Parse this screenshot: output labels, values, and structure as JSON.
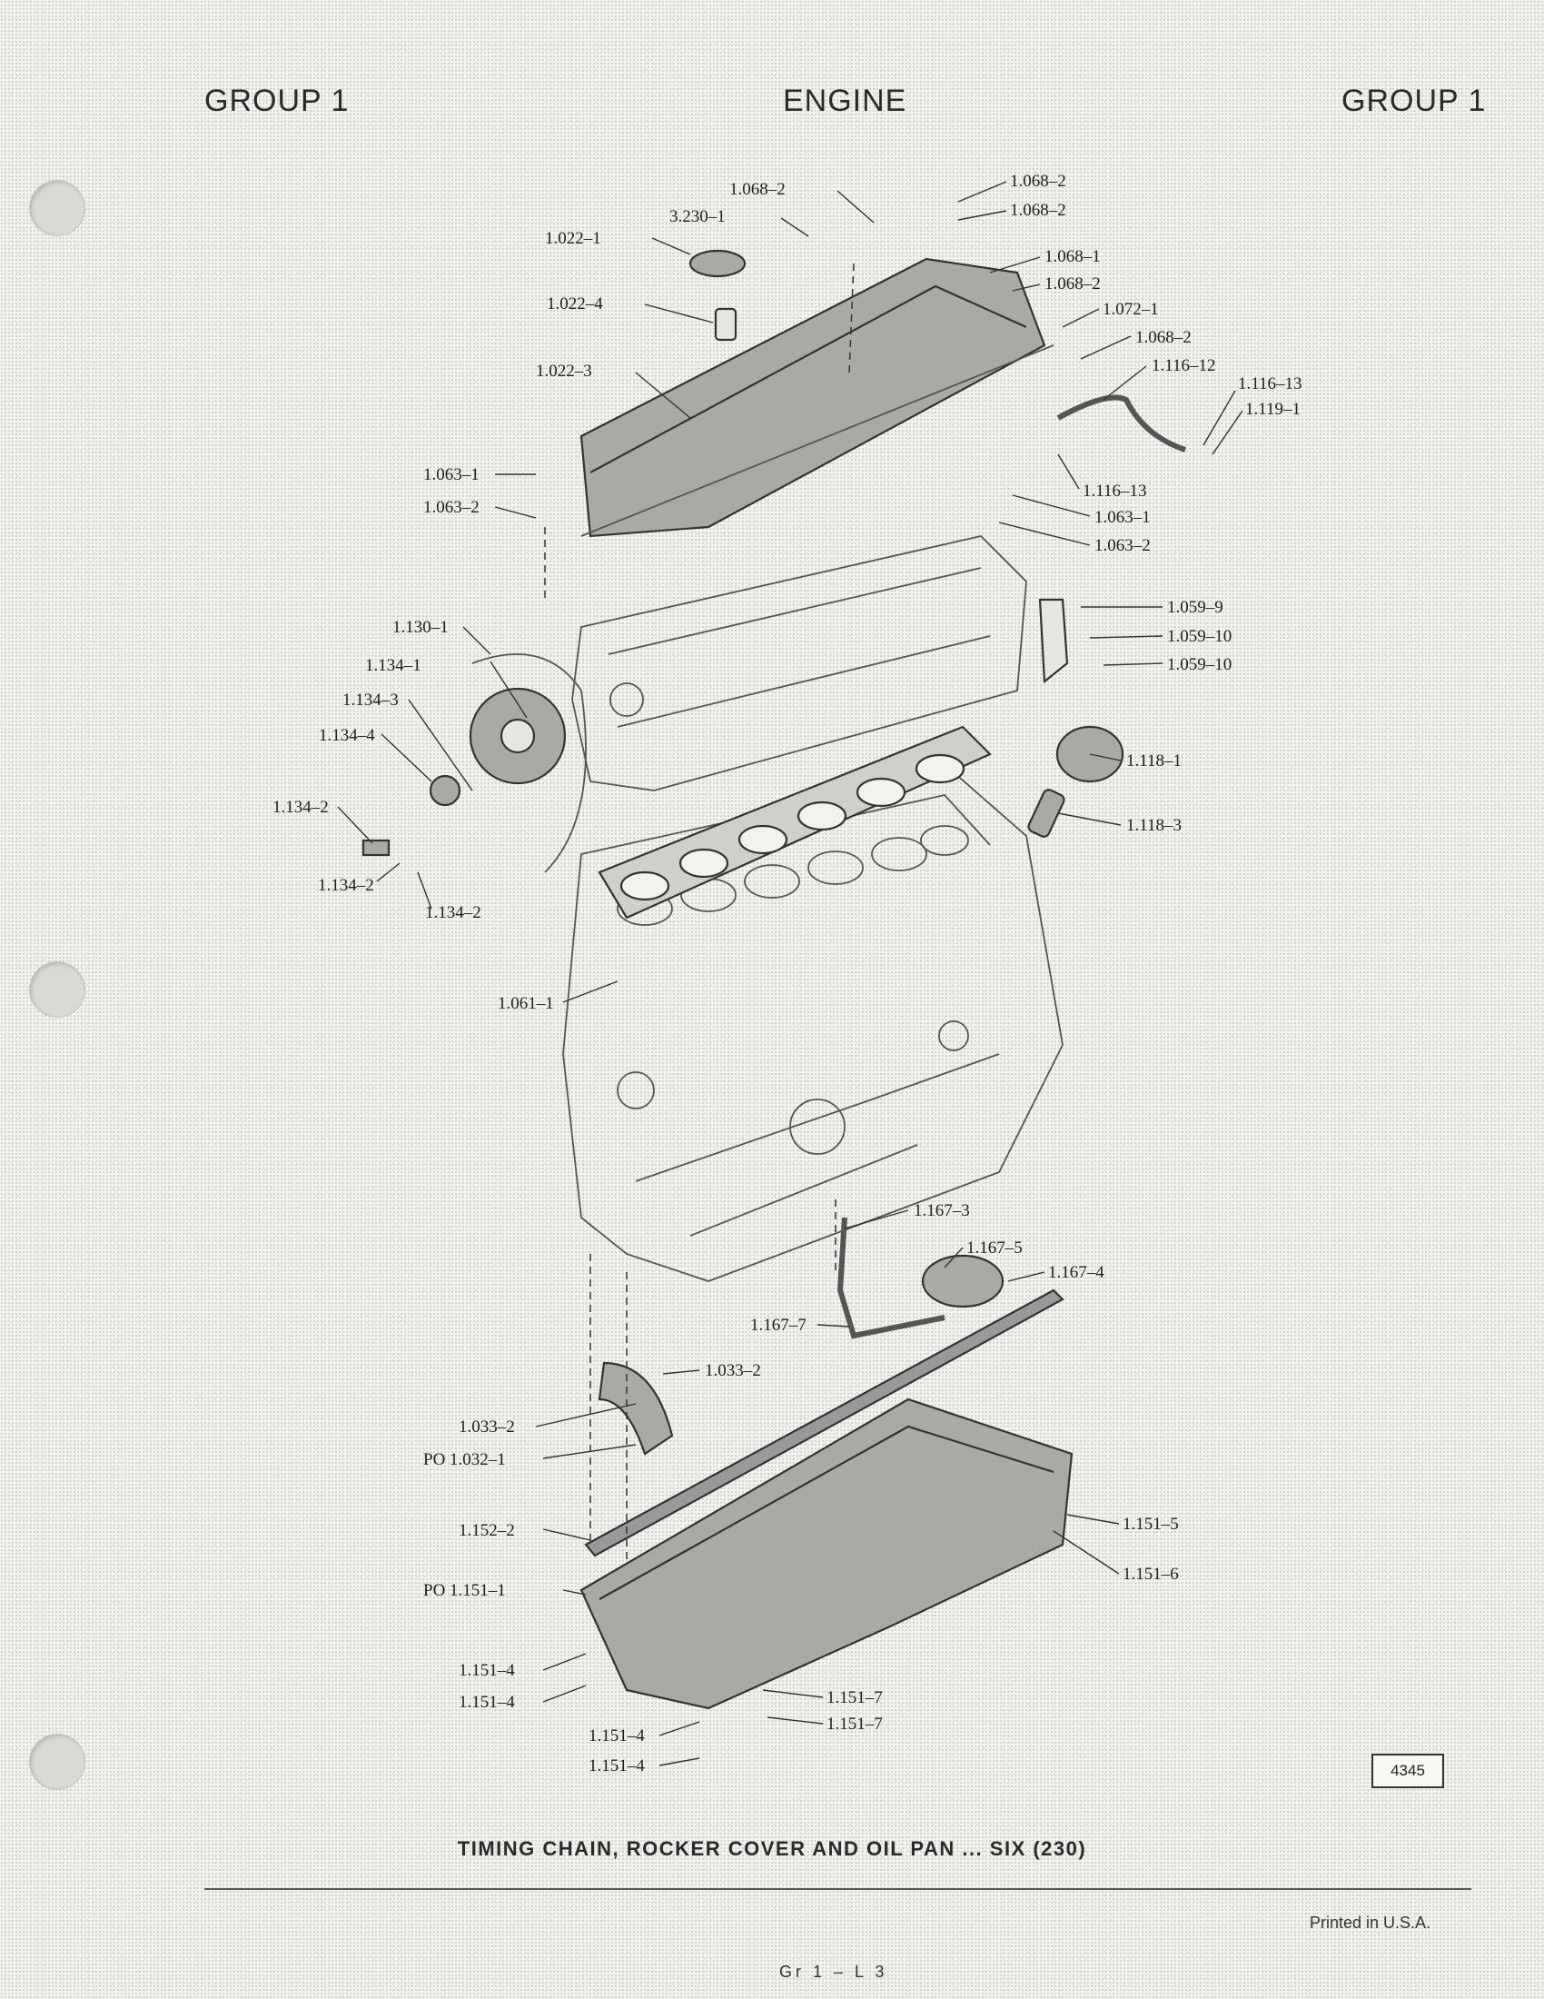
{
  "header": {
    "left": "GROUP 1",
    "center": "ENGINE",
    "right": "GROUP 1"
  },
  "labels": {
    "l1": "1.068–2",
    "l2": "3.230–1",
    "l3": "1.022–1",
    "l4": "1.022–4",
    "l5": "1.022–3",
    "l6": "1.068–2",
    "l7": "1.068–2",
    "l8": "1.068–1",
    "l9": "1.068–2",
    "l10": "1.072–1",
    "l11": "1.068–2",
    "l12": "1.116–12",
    "l13": "1.116–13",
    "l14": "1.119–1",
    "l15": "1.116–13",
    "l16": "1.063–1",
    "l17": "1.063–2",
    "l18": "1.063–1",
    "l19": "1.063–2",
    "l20": "1.059–9",
    "l21": "1.059–10",
    "l22": "1.059–10",
    "l23": "1.130–1",
    "l24": "1.134–1",
    "l25": "1.134–3",
    "l26": "1.134–4",
    "l27": "1.134–2",
    "l28": "1.134–2",
    "l29": "1.134–2",
    "l30": "1.118–1",
    "l31": "1.118–3",
    "l32": "1.061–1",
    "l33": "1.167–3",
    "l34": "1.167–5",
    "l35": "1.167–4",
    "l36": "1.167–7",
    "l37": "1.033–2",
    "l38": "1.033–2",
    "l39": "PO  1.032–1",
    "l40": "1.152–2",
    "l41": "PO  1.151–1",
    "l42": "1.151–5",
    "l43": "1.151–6",
    "l44": "1.151–4",
    "l45": "1.151–4",
    "l46": "1.151–7",
    "l47": "1.151–7",
    "l48": "1.151–4",
    "l49": "1.151–4"
  },
  "figure_number": "4345",
  "caption": "TIMING CHAIN,  ROCKER COVER AND OIL PAN ... SIX (230)",
  "footer": {
    "printed": "Printed  in U.S.A.",
    "page": "Gr 1 – L 3"
  }
}
